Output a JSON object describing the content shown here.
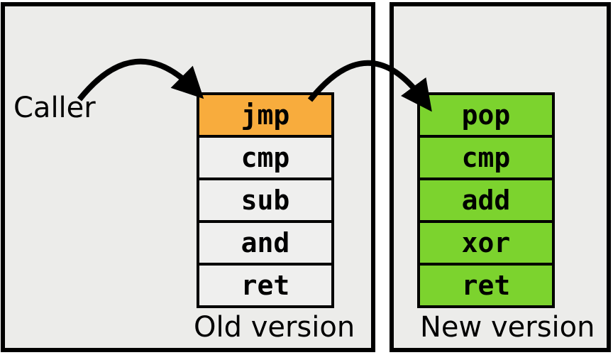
{
  "old_panel": {
    "caller_label": "Caller",
    "label": "Old version",
    "rows": [
      "jmp",
      "cmp",
      "sub",
      "and",
      "ret"
    ],
    "patched_row_index": 0
  },
  "new_panel": {
    "label": "New version",
    "rows": [
      "pop",
      "cmp",
      "add",
      "xor",
      "ret"
    ]
  },
  "arrows": [
    {
      "name": "caller-to-jmp",
      "from": "Caller",
      "to": "jmp"
    },
    {
      "name": "jmp-to-pop",
      "from": "jmp",
      "to": "pop"
    }
  ],
  "colors": {
    "patched_instruction": "#f8ac3d",
    "new_code": "#7cd32e",
    "old_instruction_bg": "#efefee",
    "panel_bg": "#ececea",
    "border": "#000000",
    "arrow": "#000000"
  }
}
